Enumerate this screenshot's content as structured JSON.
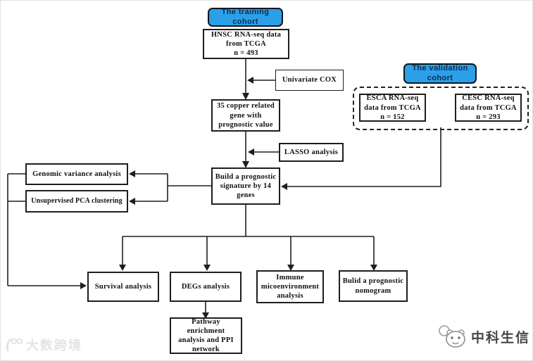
{
  "diagram": {
    "nodes": {
      "training_cohort": {
        "label": "The training cohort",
        "type": "header"
      },
      "hnsc_tcga": {
        "label": "HNSC RNA-seq data\nfrom TCGA\nn = 493"
      },
      "univariate_cox": {
        "label": "Univariate COX"
      },
      "copper_genes": {
        "label": "35 copper related\ngene with\nprognostic value"
      },
      "lasso": {
        "label": "LASSO analysis"
      },
      "prognostic_signature": {
        "label": "Build a prognostic\nsignature by 14\ngenes"
      },
      "genomic_variance": {
        "label": "Genomic variance analysis"
      },
      "pca_clustering": {
        "label": "Unsupervised PCA clustering"
      },
      "validation_cohort": {
        "label": "The validation\ncohort",
        "type": "header"
      },
      "esca_tcga": {
        "label": "ESCA RNA-seq\ndata from TCGA\nn = 152"
      },
      "cesc_tcga": {
        "label": "CESC RNA-seq\ndata from TCGA\nn = 293"
      },
      "survival": {
        "label": "Survival analysis"
      },
      "degs": {
        "label": "DEGs analysis"
      },
      "immune": {
        "label": "Immune\nmicoenvironment\nanalysis"
      },
      "nomogram": {
        "label": "Bulid a prognostic\nnomogram"
      },
      "pathway": {
        "label": "Pathway\nenrichment\nanalysis and PPI\nnetwork"
      }
    },
    "edges": [
      {
        "from": "hnsc_tcga",
        "to": "copper_genes",
        "via": "univariate_cox"
      },
      {
        "from": "copper_genes",
        "to": "prognostic_signature",
        "via": "lasso"
      },
      {
        "from": "validation_cohort",
        "to": "prognostic_signature"
      },
      {
        "from": "prognostic_signature",
        "to": "genomic_variance"
      },
      {
        "from": "prognostic_signature",
        "to": "pca_clustering"
      },
      {
        "from": "genomic_variance",
        "to": "survival"
      },
      {
        "from": "pca_clustering",
        "to": "survival"
      },
      {
        "from": "prognostic_signature",
        "to": "survival"
      },
      {
        "from": "prognostic_signature",
        "to": "degs"
      },
      {
        "from": "prognostic_signature",
        "to": "immune"
      },
      {
        "from": "prognostic_signature",
        "to": "nomogram"
      },
      {
        "from": "degs",
        "to": "pathway"
      }
    ]
  },
  "watermarks": {
    "bottom_left": "大数跨境",
    "bottom_right": "中科生信"
  },
  "colors": {
    "header_fill": "#2b9fe8",
    "header_text": "#0e2c52",
    "box_border": "#1e1e1e",
    "line": "#1f1f1f",
    "watermark_left": "#e4e4e4",
    "watermark_right": "#474747"
  }
}
